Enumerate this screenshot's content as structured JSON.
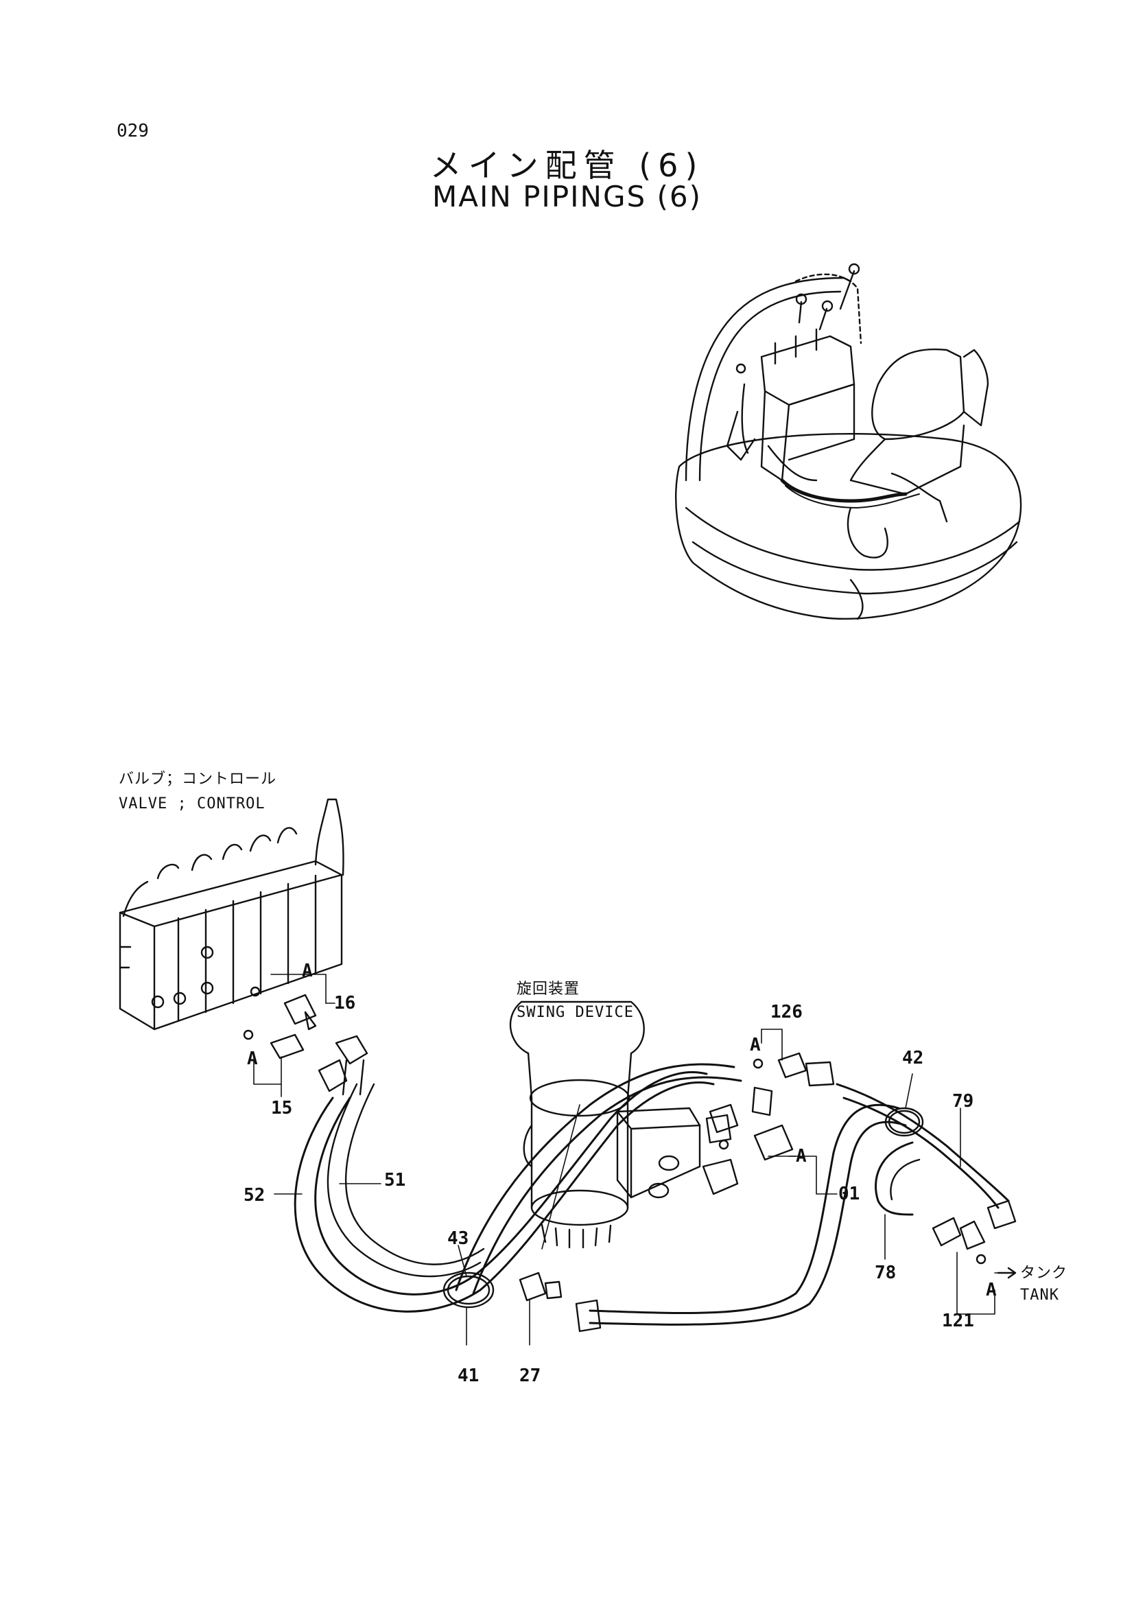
{
  "page": {
    "number": "029"
  },
  "title": {
    "ja": "メイン配管 (6)",
    "en": "MAIN PIPINGS (6)"
  },
  "components": {
    "valve_ja": "バルブ；コントロール",
    "valve_en": "VALVE ; CONTROL",
    "swing_ja": "旋回装置",
    "swing_en": "SWING DEVICE",
    "tank_ja": "タンク",
    "tank_en": "TANK"
  },
  "markers": {
    "a": "A"
  },
  "parts": {
    "p01": "01",
    "p15": "15",
    "p16": "16",
    "p27": "27",
    "p41": "41",
    "p42": "42",
    "p43": "43",
    "p51": "51",
    "p52": "52",
    "p78": "78",
    "p79": "79",
    "p121": "121",
    "p126": "126"
  }
}
